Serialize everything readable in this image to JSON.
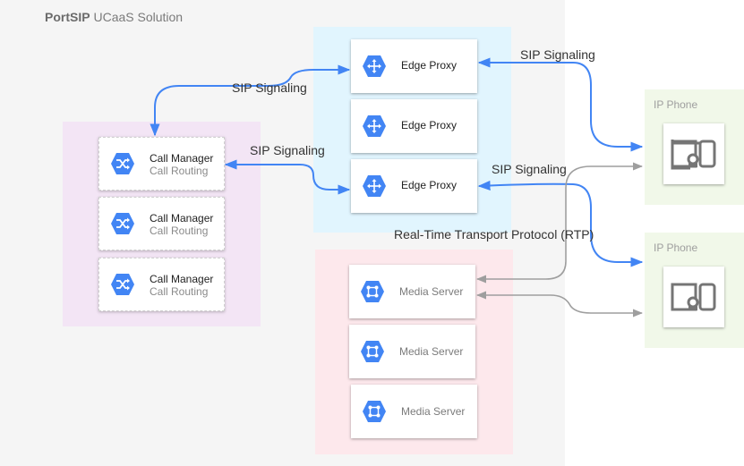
{
  "title": {
    "brand": "PortSIP",
    "rest": " UCaaS Solution"
  },
  "edge_proxies": [
    {
      "label": "Edge Proxy"
    },
    {
      "label": "Edge Proxy"
    },
    {
      "label": "Edge Proxy"
    }
  ],
  "call_managers": [
    {
      "label": "Call Manager",
      "sub": "Call Routing"
    },
    {
      "label": "Call Manager",
      "sub": "Call Routing"
    },
    {
      "label": "Call Manager",
      "sub": "Call Routing"
    }
  ],
  "media_servers": [
    {
      "label": "Media Server"
    },
    {
      "label": "Media Server"
    },
    {
      "label": "Media Server"
    }
  ],
  "phones": [
    {
      "label": "IP Phone"
    },
    {
      "label": "IP Phone"
    }
  ],
  "connections": {
    "sip_1": "SIP Signaling",
    "sip_2": "SIP Signaling",
    "sip_3": "SIP Signaling",
    "sip_4": "SIP Signaling",
    "rtp": "Real-Time Transport Protocol (RTP)"
  },
  "colors": {
    "hex_icon": "#4285f4",
    "sip_line": "#4285f4",
    "rtp_line": "#9e9e9e",
    "phone_icon": "#757575"
  },
  "icons": {
    "edge_proxy": "proxy-hex-icon",
    "call_manager": "shuffle-hex-icon",
    "media_server": "media-hex-icon",
    "phone": "ip-phone-icon"
  }
}
